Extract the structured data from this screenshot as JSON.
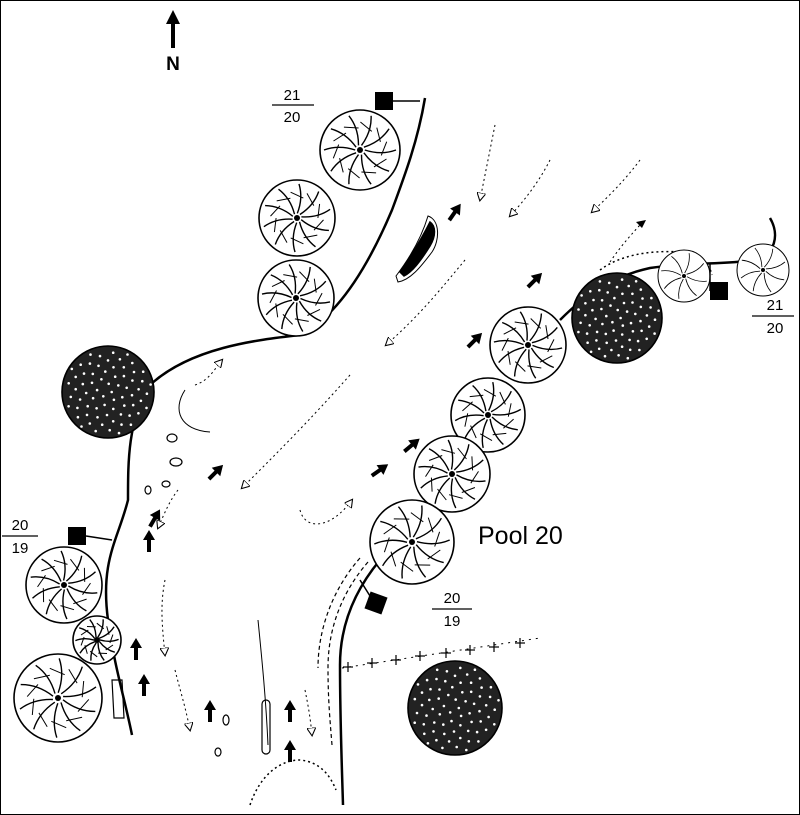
{
  "north": {
    "letter": "N"
  },
  "pool": {
    "label": "Pool 20"
  },
  "markers": [
    {
      "id": "m21_20_west",
      "upper": "21",
      "lower": "20"
    },
    {
      "id": "m21_20_east",
      "upper": "21",
      "lower": "20"
    },
    {
      "id": "m20_19_west",
      "upper": "20",
      "lower": "19"
    },
    {
      "id": "m20_19_east",
      "upper": "20",
      "lower": "19"
    }
  ],
  "colors": {
    "ink": "#000000",
    "paper": "#ffffff"
  }
}
